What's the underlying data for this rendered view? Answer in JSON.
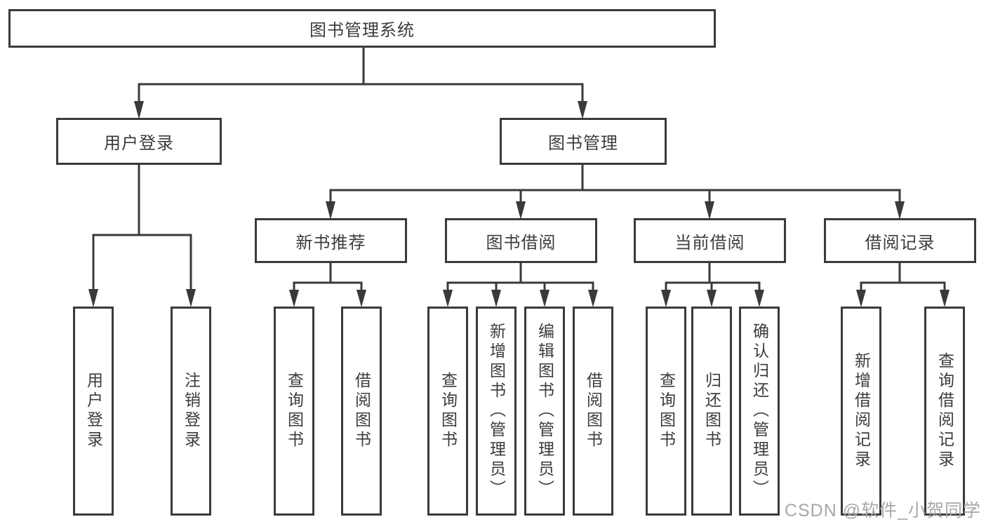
{
  "tree": {
    "root": {
      "label": "图书管理系统"
    },
    "children": [
      {
        "label": "用户登录",
        "children": [
          {
            "label": "用户登录"
          },
          {
            "label": "注销登录"
          }
        ]
      },
      {
        "label": "图书管理",
        "children": [
          {
            "label": "新书推荐",
            "children": [
              {
                "label": "查询图书"
              },
              {
                "label": "借阅图书"
              }
            ]
          },
          {
            "label": "图书借阅",
            "children": [
              {
                "label": "查询图书"
              },
              {
                "label": "新增图书（管理员）"
              },
              {
                "label": "编辑图书（管理员）"
              },
              {
                "label": "借阅图书"
              }
            ]
          },
          {
            "label": "当前借阅",
            "children": [
              {
                "label": "查询图书"
              },
              {
                "label": "归还图书"
              },
              {
                "label": "确认归还（管理员）"
              }
            ]
          },
          {
            "label": "借阅记录",
            "children": [
              {
                "label": "新增借阅记录"
              },
              {
                "label": "查询借阅记录"
              }
            ]
          }
        ]
      }
    ]
  },
  "watermark": {
    "text": "CSDN @软件_小贺同学"
  },
  "colors": {
    "line": "#3a3a3a",
    "text": "#3c3c3c",
    "background": "#ffffff",
    "watermark": "#a8a8a8"
  }
}
